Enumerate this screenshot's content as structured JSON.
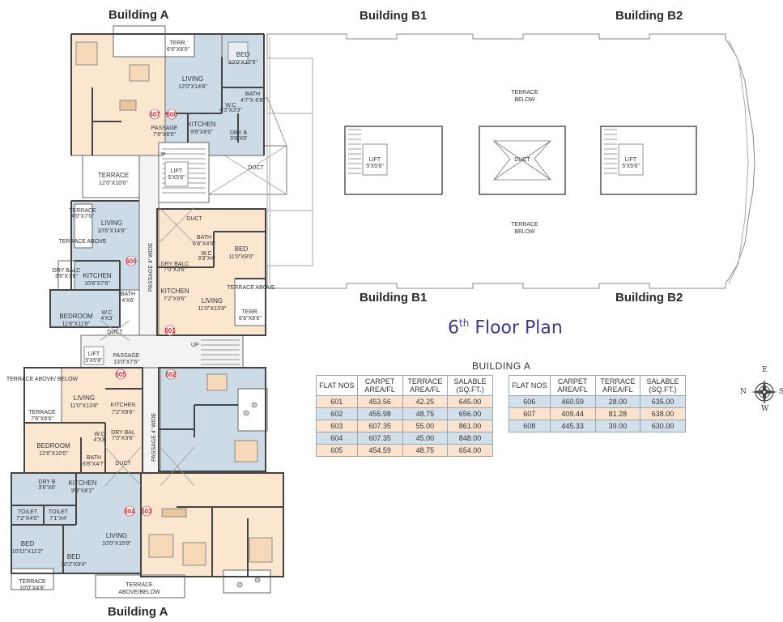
{
  "headings": {
    "building_a_top": "Building A",
    "building_b1_top": "Building B1",
    "building_b2_top": "Building B2",
    "building_b1_bottom": "Building B1",
    "building_b2_bottom": "Building B2",
    "building_a_bottom": "Building A"
  },
  "floor_title": {
    "number": "6",
    "suffix": "th",
    "text": "Floor Plan"
  },
  "table_caption": "BUILDING  A",
  "table_headers": {
    "flat": "FLAT NOS",
    "carpet": "CARPET AREA/FL",
    "terrace": "TERRACE AREA/FL",
    "salable": "SALABLE (SQ.FT.)"
  },
  "table_left": [
    {
      "flat": "601",
      "carpet": "453.56",
      "terrace": "42.25",
      "salable": "645.00"
    },
    {
      "flat": "602",
      "carpet": "455.98",
      "terrace": "48.75",
      "salable": "656.00"
    },
    {
      "flat": "603",
      "carpet": "607.35",
      "terrace": "55.00",
      "salable": "861.00"
    },
    {
      "flat": "604",
      "carpet": "607.35",
      "terrace": "45.00",
      "salable": "848.00"
    },
    {
      "flat": "605",
      "carpet": "454.59",
      "terrace": "48.75",
      "salable": "654.00"
    }
  ],
  "table_right": [
    {
      "flat": "606",
      "carpet": "460.59",
      "terrace": "28.00",
      "salable": "635.00"
    },
    {
      "flat": "607",
      "carpet": "409.44",
      "terrace": "81.28",
      "salable": "638.00"
    },
    {
      "flat": "608",
      "carpet": "445.33",
      "terrace": "39.00",
      "salable": "630.00"
    }
  ],
  "compass": {
    "n": "N",
    "e": "E",
    "s": "S",
    "w": "W"
  },
  "plan_labels": {
    "terr_top": "TERR.",
    "terr_top_dim": "6'6\"X6'0\"",
    "bed_608": "BED",
    "bed_608_dim": "10'0\"X12'6\"",
    "living_608": "LIVING",
    "living_608_dim": "12'0\"X14'6\"",
    "bath_608": "BATH",
    "bath_608_dim": "4'7\"X 6'8\"",
    "wc_608": "W.C",
    "wc_608_dim": "4'3\"X3'3\"",
    "passage_top": "PASSAGE",
    "passage_top_dim": "7'6\"X6'0\"",
    "kitchen_608": "KITCHEN",
    "kitchen_608_dim": "9'6\"X8'0\"",
    "dry_608": "DRY B",
    "dry_608_dim": "3'6\"X5'",
    "up_top": "UP",
    "terrace_607": "TERRACE",
    "terrace_607_dim": "12'0\"X10'0\"",
    "lift_a_top": "LIFT",
    "lift_a_top_dim": "5'X5'6\"",
    "duct_1": "DUCT",
    "duct_2": "DUCT",
    "duct_3": "DUCT",
    "duct_4": "DUCT",
    "terrace_above_606": "TERRACE",
    "terrace_above_606_dim": "4'0\"X7'0\"",
    "terrace_above_606b": "TERRACE ABOVE",
    "living_606": "LIVING",
    "living_606_dim": "10'6\"X14'6\"",
    "dry_balc_606": "DRY BALC",
    "dry_balc_606_dim": "3'6\"X7'6\"",
    "kitchen_606": "KITCHEN",
    "kitchen_606_dim": "10'8\"X7'6\"",
    "bath_606": "BATH",
    "bath_606_dim": "4'X6'",
    "bedroom_606": "BEDROOM",
    "bedroom_606_dim": "11'6\"X11'8\"",
    "wc_606": "W.C",
    "wc_606_dim": "4'X3'",
    "passage_wide_1": "PASSAGE 4' WIDE",
    "passage_wide_2": "PASSAGE 4' WIDE",
    "bath_601": "BATH",
    "bath_601_dim": "6'8\"X4'0\"",
    "bed_601": "BED",
    "bed_601_dim": "11'0\"X9'0\"",
    "wc_601": "W.C",
    "wc_601_dim": "3'3\"X4'",
    "dry_balc_601": "DRY BALC",
    "dry_balc_601_dim": "7'0\"X3'6\"",
    "kitchen_601": "KITCHEN",
    "kitchen_601_dim": "7'2\"X9'6\"",
    "living_601": "LIVING",
    "living_601_dim": "11'0\"X13'8\"",
    "terrace_above_601": "TERRACE ABOVE",
    "terr_601": "TERR.",
    "terr_601_dim": "6'6\"X6'6\"",
    "lift_a_mid": "LIFT",
    "lift_a_mid_dim": "5'X5'6\"",
    "passage_mid": "PASSAGE",
    "passage_mid_dim": "13'0\"X7'6\"",
    "up_mid": "UP",
    "terrace_above_605": "TERRACE ABOVE/ BELOW",
    "terrace_605": "TERRACE",
    "terrace_605_dim": "7'6\"X6'6\"",
    "living_605": "LIVING",
    "living_605_dim": "11'0\"X13'8\"",
    "kitchen_605": "KITCHEN",
    "kitchen_605_dim": "7'2\"X9'6\"",
    "bedroom_605": "BEDROOM",
    "bedroom_605_dim": "12'6\"X10'0\"",
    "wc_605": "W.C",
    "wc_605_dim": "4'X3'",
    "dry_balc_605": "DRY BAL",
    "dry_balc_605_dim": "7'0\"X3'6\"",
    "bath_605": "BATH",
    "bath_605_dim": "6'8\"X4'7\"",
    "dry_b_604": "DRY B",
    "dry_b_604_dim": "3'6\"X6'",
    "kitchen_604": "KITCHEN",
    "kitchen_604_dim": "9'9\"X8'2\"",
    "toilet_1": "TOILET",
    "toilet_1_dim": "7'2\"X4'0\"",
    "toilet_2": "TOILET",
    "toilet_2_dim": "7'1\"X4'",
    "living_604": "LIVING",
    "living_604_dim": "10'0\"X15'9\"",
    "bed_604a": "BED",
    "bed_604a_dim": "10'11\"X11'2\"",
    "bed_604b": "BED",
    "bed_604b_dim": "10'2\"X9'4\"",
    "terrace_604": "TERRACE",
    "terrace_604_dim": "10'0\"X4'6\"",
    "terrace_bottom": "TERRACE",
    "terrace_bottom_2": "ABOVE/BELOW",
    "lift_b1": "LIFT",
    "lift_b1_dim": "5'X5'6\"",
    "lift_b2": "LIFT",
    "lift_b2_dim": "5'X5'6\"",
    "duct_b": "DUCT",
    "terrace_below_1": "TERRACE",
    "terrace_below_1b": "BELOW",
    "terrace_below_2": "TERRACE",
    "terrace_below_2b": "BELOW",
    "flat_601": "601",
    "flat_602": "602",
    "flat_603": "603",
    "flat_604": "604",
    "flat_605": "605",
    "flat_606": "606",
    "flat_607": "607",
    "flat_608": "608"
  },
  "colors": {
    "peach": "#fbe6d0",
    "blue": "#ccdbe6",
    "wall": "#555555",
    "title": "#3d3a8a",
    "flat_no": "#d42a2a"
  }
}
